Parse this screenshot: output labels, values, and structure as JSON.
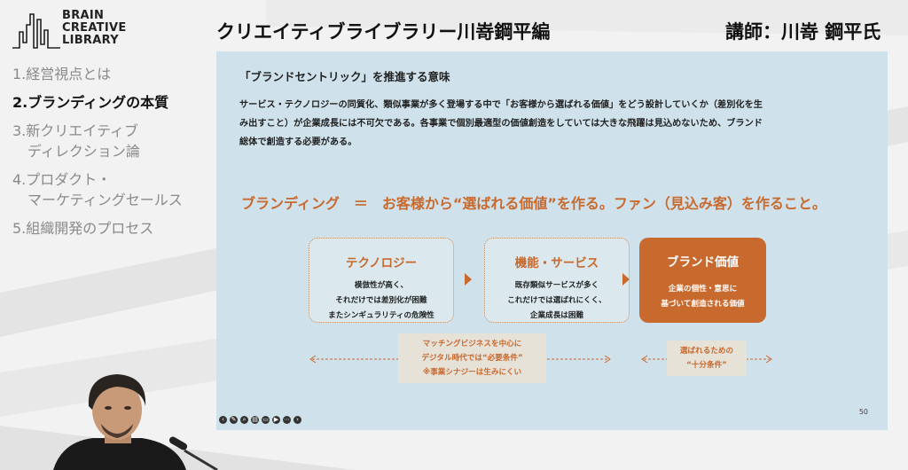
{
  "header": {
    "logo_lines": [
      "BRAIN",
      "CREATIVE",
      "LIBRARY"
    ],
    "series_title": "クリエイティブライブラリー川嵜鋼平編",
    "lecturer": "講師：川嵜 鋼平氏"
  },
  "sidebar": {
    "items": [
      {
        "label": "1.経営視点とは",
        "line2": "",
        "active": false
      },
      {
        "label": "2.ブランディングの本質",
        "line2": "",
        "active": true
      },
      {
        "label": "3.新クリエイティブ",
        "line2": "ディレクション論",
        "active": false
      },
      {
        "label": "4.プロダクト・",
        "line2": "マーケティングセールス",
        "active": false
      },
      {
        "label": "5.組織開発のプロセス",
        "line2": "",
        "active": false
      }
    ]
  },
  "slide": {
    "heading": "「ブランドセントリック」を推進する意味",
    "paragraph_lines": [
      "サービス・テクノロジーの同質化、類似事業が多く登場する中で「お客様から選ばれる価値」をどう設計していくか（差別化を生",
      "み出すこと）が企業成長には不可欠である。各事業で個別最適型の価値創造をしていては大きな飛躍は見込めないため、ブランド",
      "総体で創造する必要がある。"
    ],
    "tagline": "ブランディング　＝　お客様から“選ばれる価値”を作る。ファン（見込み客）を作ること。",
    "boxes": [
      {
        "title": "テクノロジー",
        "lines": [
          "模倣性が高く、",
          "それだけでは差別化が困難",
          "またシンギュラリティの危険性"
        ]
      },
      {
        "title": "機能・サービス",
        "lines": [
          "既存類似サービスが多く",
          "これだけでは選ばれにくく、",
          "企業成長は困難"
        ]
      },
      {
        "title": "ブランド価値",
        "lines": [
          "企業の個性・意思に",
          "基づいて創造される価値"
        ]
      }
    ],
    "note_left_lines": [
      "マッチングビジネスを中心に",
      "デジタル時代では“必要条件”",
      "※事業シナジーは生みにくい"
    ],
    "note_right_lines": [
      "選ばれるための",
      "“十分条件”"
    ],
    "page_number": "50",
    "accent_color": "#c8692d",
    "background_color": "#cfe1ea"
  },
  "toolbar": {
    "icons": [
      "back-icon",
      "pen-icon",
      "zoom-icon",
      "slides-icon",
      "caption-icon",
      "video-icon",
      "more-icon",
      "forward-icon"
    ]
  }
}
